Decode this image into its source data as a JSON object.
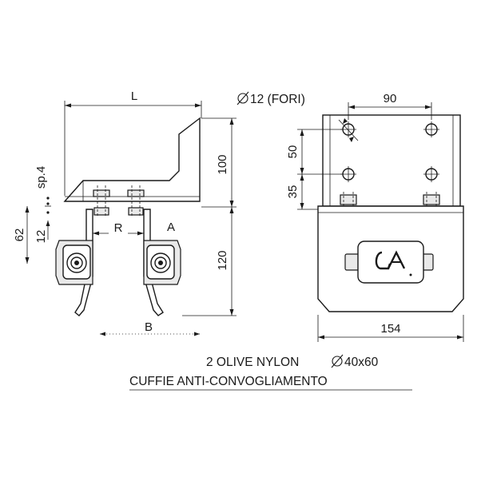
{
  "side_view": {
    "dim_L": "L",
    "dim_100": "100",
    "dim_120": "120",
    "dim_62": "62",
    "dim_12": "12",
    "dim_sp4": "sp.4",
    "label_R": "R",
    "label_A": "A",
    "label_B": "B"
  },
  "front_view": {
    "hole_dia": "12 (FORI)",
    "dim_90": "90",
    "dim_50": "50",
    "dim_35": "35",
    "dim_154": "154"
  },
  "notes": {
    "line1_prefix": "2 OLIVE NYLON",
    "line1_dim": "40x60",
    "line2": "CUFFIE ANTI-CONVOGLIAMENTO"
  },
  "symbols": {
    "diameter": "diameter-symbol"
  }
}
